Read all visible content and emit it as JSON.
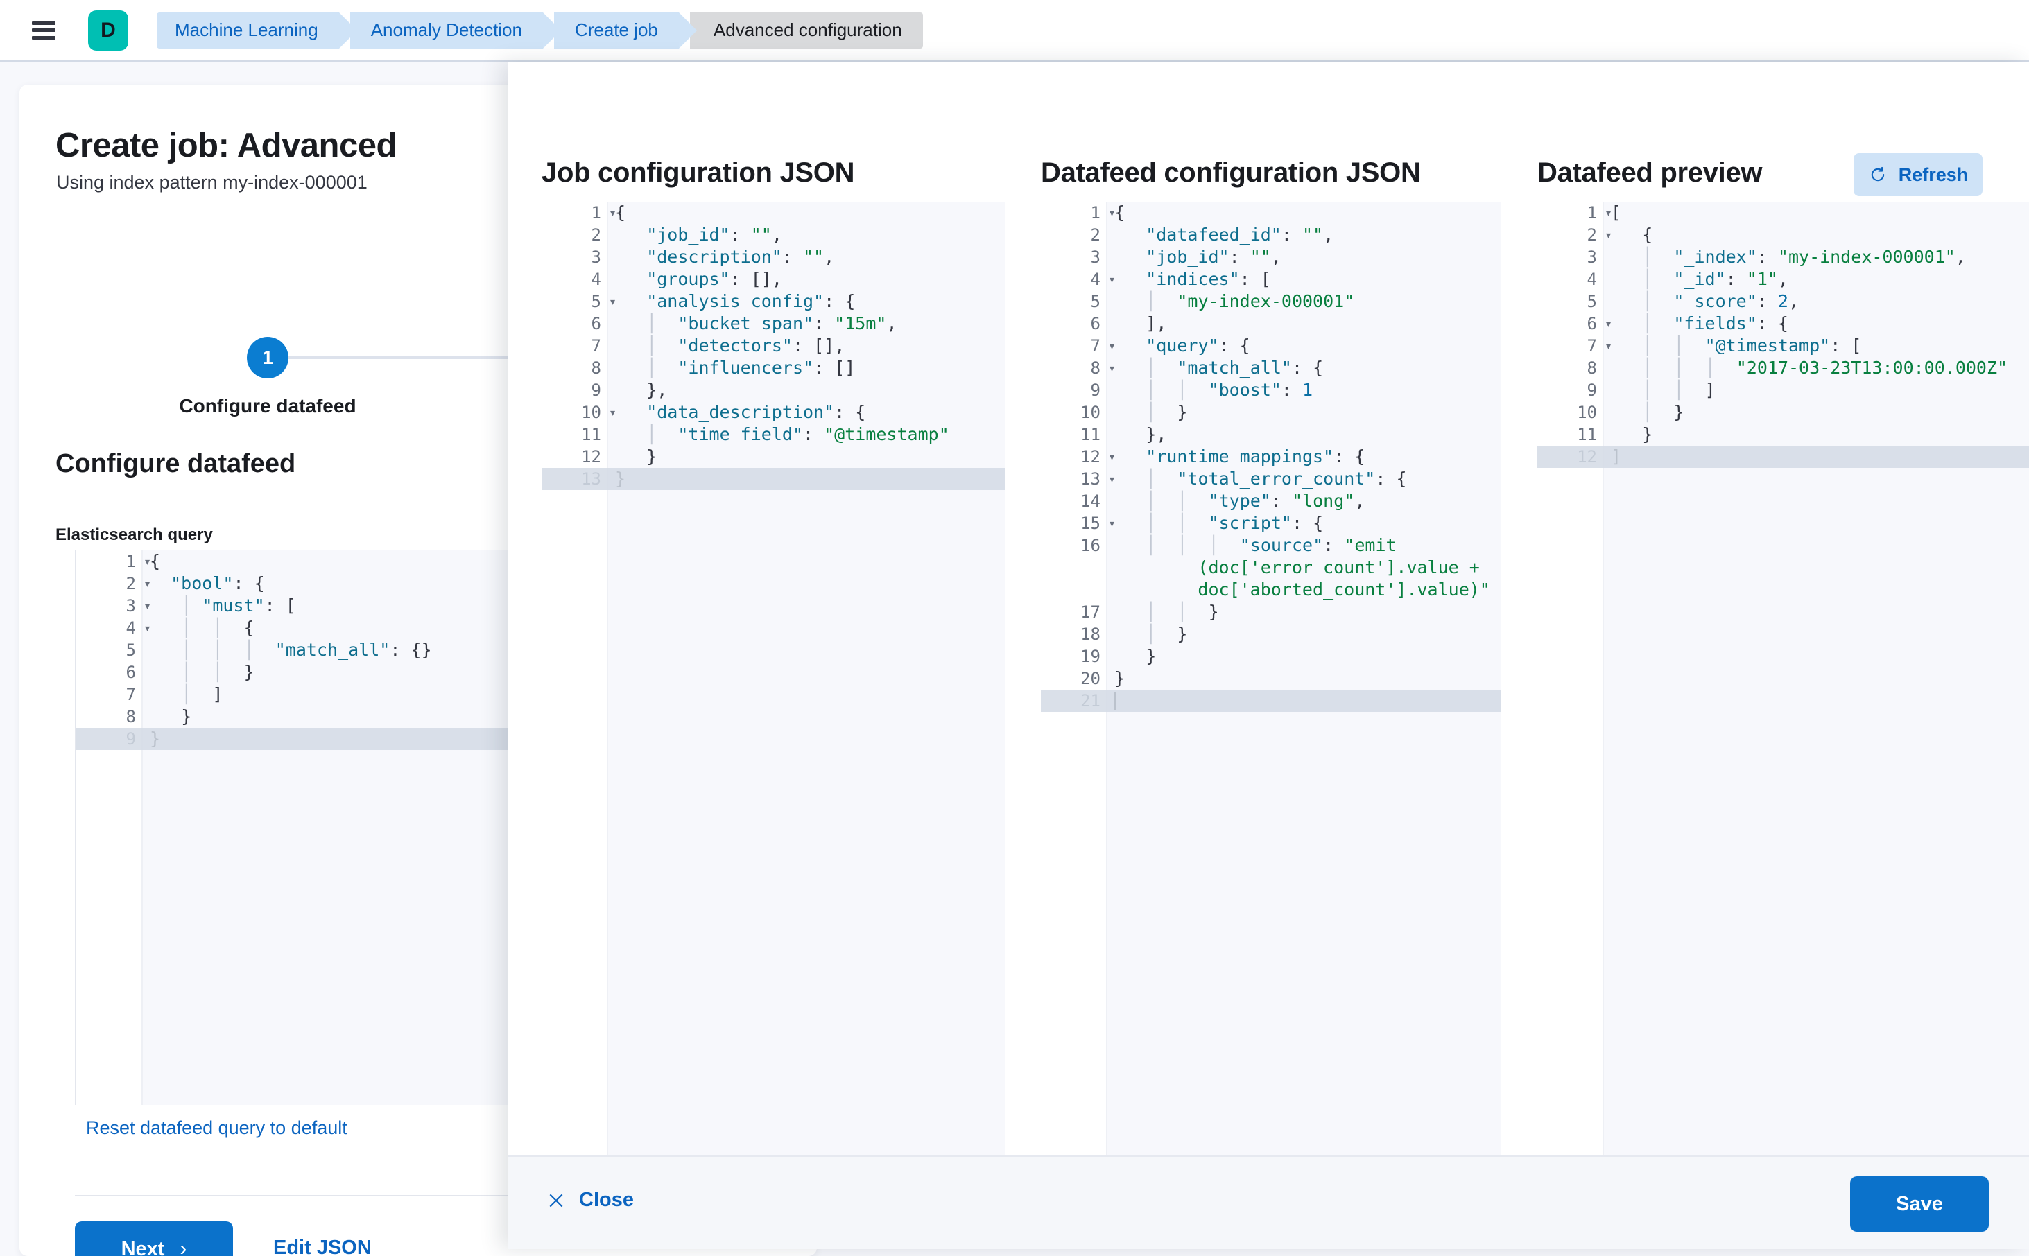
{
  "topbar": {
    "menu_icon": "hamburger-icon",
    "space_avatar": "D",
    "breadcrumbs": [
      {
        "label": "Machine Learning",
        "active": false
      },
      {
        "label": "Anomaly Detection",
        "active": false
      },
      {
        "label": "Create job",
        "active": false
      },
      {
        "label": "Advanced configuration",
        "active": true
      }
    ]
  },
  "page": {
    "title": "Create job: Advanced",
    "subtitle": "Using index pattern my-index-000001",
    "step_number": "1",
    "step_label": "Configure datafeed",
    "section_title": "Configure datafeed",
    "field_label": "Elasticsearch query",
    "reset_link": "Reset datafeed query to default",
    "next_label": "Next",
    "next_chevron": "›",
    "edit_json_label": "Edit JSON",
    "query_editor": {
      "lines": [
        {
          "n": "1",
          "fold": true,
          "text": "{"
        },
        {
          "n": "2",
          "fold": true,
          "text": "  \"bool\": {"
        },
        {
          "n": "3",
          "fold": true,
          "text": "   | \"must\": ["
        },
        {
          "n": "4",
          "fold": true,
          "text": "   |  |  {"
        },
        {
          "n": "5",
          "fold": false,
          "text": "   |  |  |  \"match_all\": {}"
        },
        {
          "n": "6",
          "fold": false,
          "text": "   |  |  }"
        },
        {
          "n": "7",
          "fold": false,
          "text": "   |  ]"
        },
        {
          "n": "8",
          "fold": false,
          "text": "   }"
        },
        {
          "n": "9",
          "fold": false,
          "text": "}"
        }
      ],
      "highlighted_line": 9
    }
  },
  "flyout": {
    "close_label": "Close",
    "close_icon": "close-x-icon",
    "save_label": "Save",
    "columns": [
      {
        "id": "job-configuration-json",
        "title": "Job configuration JSON",
        "highlighted_line": 13,
        "lines": [
          {
            "n": "1",
            "fold": true,
            "text": "{"
          },
          {
            "n": "2",
            "fold": false,
            "text": "   \"job_id\": \"\","
          },
          {
            "n": "3",
            "fold": false,
            "text": "   \"description\": \"\","
          },
          {
            "n": "4",
            "fold": false,
            "text": "   \"groups\": [],"
          },
          {
            "n": "5",
            "fold": true,
            "text": "   \"analysis_config\": {"
          },
          {
            "n": "6",
            "fold": false,
            "text": "   |  \"bucket_span\": \"15m\","
          },
          {
            "n": "7",
            "fold": false,
            "text": "   |  \"detectors\": [],"
          },
          {
            "n": "8",
            "fold": false,
            "text": "   |  \"influencers\": []"
          },
          {
            "n": "9",
            "fold": false,
            "text": "   },"
          },
          {
            "n": "10",
            "fold": true,
            "text": "   \"data_description\": {"
          },
          {
            "n": "11",
            "fold": false,
            "text": "   |  \"time_field\": \"@timestamp\""
          },
          {
            "n": "12",
            "fold": false,
            "text": "   }"
          },
          {
            "n": "13",
            "fold": false,
            "text": "}"
          }
        ]
      },
      {
        "id": "datafeed-configuration-json",
        "title": "Datafeed configuration JSON",
        "highlighted_line": 21,
        "lines": [
          {
            "n": "1",
            "fold": true,
            "text": "{"
          },
          {
            "n": "2",
            "fold": false,
            "text": "   \"datafeed_id\": \"\","
          },
          {
            "n": "3",
            "fold": false,
            "text": "   \"job_id\": \"\","
          },
          {
            "n": "4",
            "fold": true,
            "text": "   \"indices\": ["
          },
          {
            "n": "5",
            "fold": false,
            "text": "   |  \"my-index-000001\""
          },
          {
            "n": "6",
            "fold": false,
            "text": "   ],"
          },
          {
            "n": "7",
            "fold": true,
            "text": "   \"query\": {"
          },
          {
            "n": "8",
            "fold": true,
            "text": "   |  \"match_all\": {"
          },
          {
            "n": "9",
            "fold": false,
            "text": "   |  |  \"boost\": 1"
          },
          {
            "n": "10",
            "fold": false,
            "text": "   |  }"
          },
          {
            "n": "11",
            "fold": false,
            "text": "   },"
          },
          {
            "n": "12",
            "fold": true,
            "text": "   \"runtime_mappings\": {"
          },
          {
            "n": "13",
            "fold": true,
            "text": "   |  \"total_error_count\": {"
          },
          {
            "n": "14",
            "fold": false,
            "text": "   |  |  \"type\": \"long\","
          },
          {
            "n": "15",
            "fold": true,
            "text": "   |  |  \"script\": {"
          },
          {
            "n": "16",
            "fold": false,
            "wrapped": true,
            "text": "   |  |  |  \"source\": \"emit",
            "wrap_lines": [
              "(doc['error_count'].value +",
              "doc['aborted_count'].value)\""
            ]
          },
          {
            "n": "17",
            "fold": false,
            "text": "   |  |  }"
          },
          {
            "n": "18",
            "fold": false,
            "text": "   |  }"
          },
          {
            "n": "19",
            "fold": false,
            "text": "   }"
          },
          {
            "n": "20",
            "fold": false,
            "text": "}"
          },
          {
            "n": "21",
            "fold": false,
            "text": "",
            "cursor": true
          }
        ]
      },
      {
        "id": "datafeed-preview",
        "title": "Datafeed preview",
        "refresh_label": "Refresh",
        "refresh_icon": "refresh-icon",
        "highlighted_line": 12,
        "lines": [
          {
            "n": "1",
            "fold": true,
            "text": "["
          },
          {
            "n": "2",
            "fold": true,
            "text": "   {"
          },
          {
            "n": "3",
            "fold": false,
            "text": "   |  \"_index\": \"my-index-000001\","
          },
          {
            "n": "4",
            "fold": false,
            "text": "   |  \"_id\": \"1\","
          },
          {
            "n": "5",
            "fold": false,
            "text": "   |  \"_score\": 2,"
          },
          {
            "n": "6",
            "fold": true,
            "text": "   |  \"fields\": {"
          },
          {
            "n": "7",
            "fold": true,
            "text": "   |  |  \"@timestamp\": ["
          },
          {
            "n": "8",
            "fold": false,
            "text": "   |  |  |  \"2017-03-23T13:00:00.000Z\""
          },
          {
            "n": "9",
            "fold": false,
            "text": "   |  |  ]"
          },
          {
            "n": "10",
            "fold": false,
            "text": "   |  }"
          },
          {
            "n": "11",
            "fold": false,
            "text": "   }"
          },
          {
            "n": "12",
            "fold": false,
            "text": "]"
          }
        ]
      }
    ]
  },
  "colors": {
    "accent": "#0b72cb",
    "brand_teal": "#00bfb3",
    "link": "#0b64c0",
    "editor_bg": "#f7f8fc",
    "highlight": "#d4dae5",
    "string": "#087f3f",
    "key": "#0e6e8e"
  }
}
